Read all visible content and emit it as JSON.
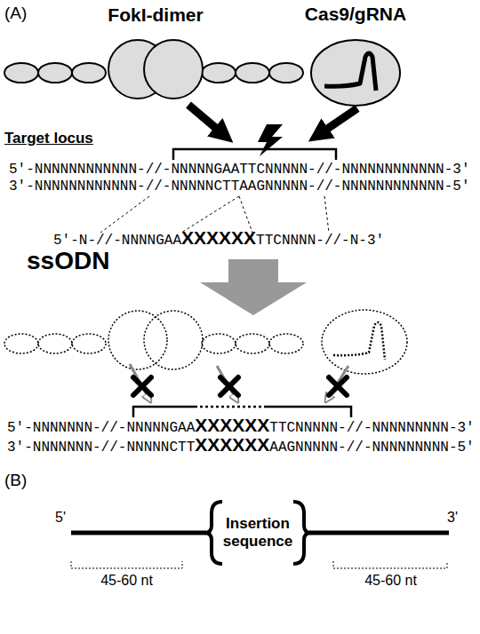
{
  "diagram": {
    "nodes": [
      {
        "text": [
          "FokI-dimer"
        ]
      },
      {
        "text": [
          "Cas9/gRNA"
        ]
      }
    ],
    "labels": [
      "(A)",
      "Target locus",
      "5'-NNNNNNNNNNNN-//-NNNNNGAATTCNNNNN-//-NNNNNNNNNNNN-3'",
      "3'-NNNNNNNNNNNN-//-NNNNNCTTAAGNNNNN-//-NNNNNNNNNNNN-5'",
      "5'-N-//-NNNNGAA",
      "XXXXXX",
      "TTCNNNN-//-N-3'",
      "ssODN",
      "5'-NNNNNNN-//-NNNNNGAA",
      "XXXXXX",
      "TTCNNNNN-//-NNNNNNNNN-3'",
      "3'-NNNNNNN-//-NNNNNCTT",
      "XXXXXX",
      "AAGNNNNN-//-NNNNNNNNN-5'",
      "(B)",
      "5'",
      "Insertion sequence",
      "3'",
      "45-60 nt",
      "45-60 nt"
    ]
  }
}
